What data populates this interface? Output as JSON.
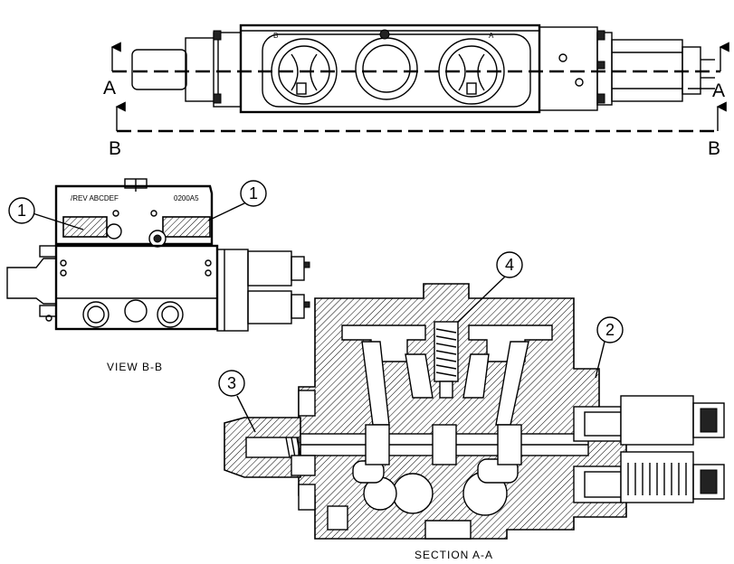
{
  "section_marks": {
    "a": "A",
    "b": "B"
  },
  "top_view": {
    "port_labels": [
      "B",
      "A"
    ]
  },
  "view_bb": {
    "caption": "VIEW B-B",
    "plate_left": "/REV ABCDEF",
    "plate_right": "0200A5"
  },
  "section_aa": {
    "caption": "SECTION A-A"
  },
  "callouts": [
    "1",
    "1",
    "2",
    "3",
    "4"
  ]
}
